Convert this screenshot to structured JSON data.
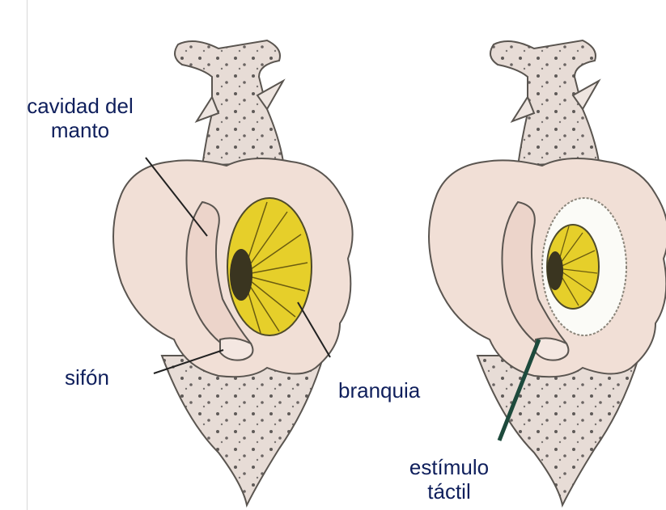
{
  "labels": {
    "mantle_cavity_line1": "cavidad del",
    "mantle_cavity_line2": "manto",
    "siphon": "sifón",
    "gill": "branquia",
    "stimulus_line1": "estímulo",
    "stimulus_line2": "táctil"
  },
  "colors": {
    "label_text": "#0f1f5c",
    "body_fill": "#e8dcd4",
    "mantle_fill": "#f1dfd6",
    "gill_fill": "#e6cf2a",
    "stimulus_pointer": "#1d4a3c",
    "outline": "#5a5550"
  }
}
